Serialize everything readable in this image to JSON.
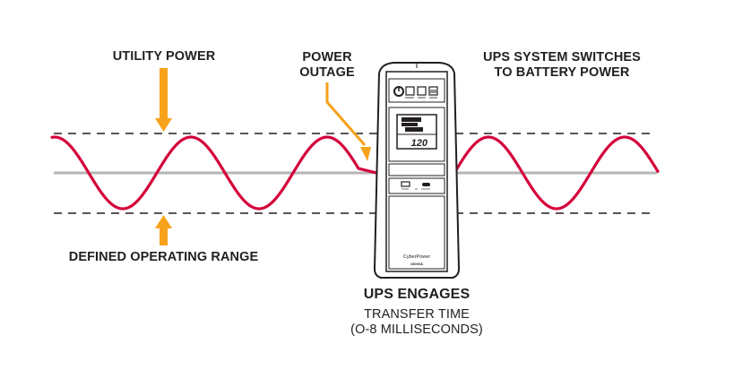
{
  "diagram": {
    "title": "UPS transfer from utility power to battery power",
    "colors": {
      "wave": "#d4003b",
      "arrow": "#f7a21b",
      "dashed_line": "#231f20",
      "center_line": "#b5b5b5",
      "text": "#231f20",
      "ups_outline": "#231f20"
    },
    "labels": {
      "utility_power": "UTILITY POWER",
      "power_outage_line1": "POWER",
      "power_outage_line2": "OUTAGE",
      "ups_switches_line1": "UPS SYSTEM SWITCHES",
      "ups_switches_line2": "TO BATTERY POWER",
      "defined_range": "DEFINED OPERATING RANGE",
      "ups_engages": "UPS ENGAGES",
      "transfer_time_line1": "TRANSFER TIME",
      "transfer_time_line2": "(O-8 MILLISECONDS)"
    },
    "ups_device": {
      "brand": "CyberPower",
      "model": "1500VA",
      "lcd_reading": "120",
      "buttons": [
        "power-button",
        "display-button",
        "mute-button",
        "select-button"
      ]
    }
  }
}
